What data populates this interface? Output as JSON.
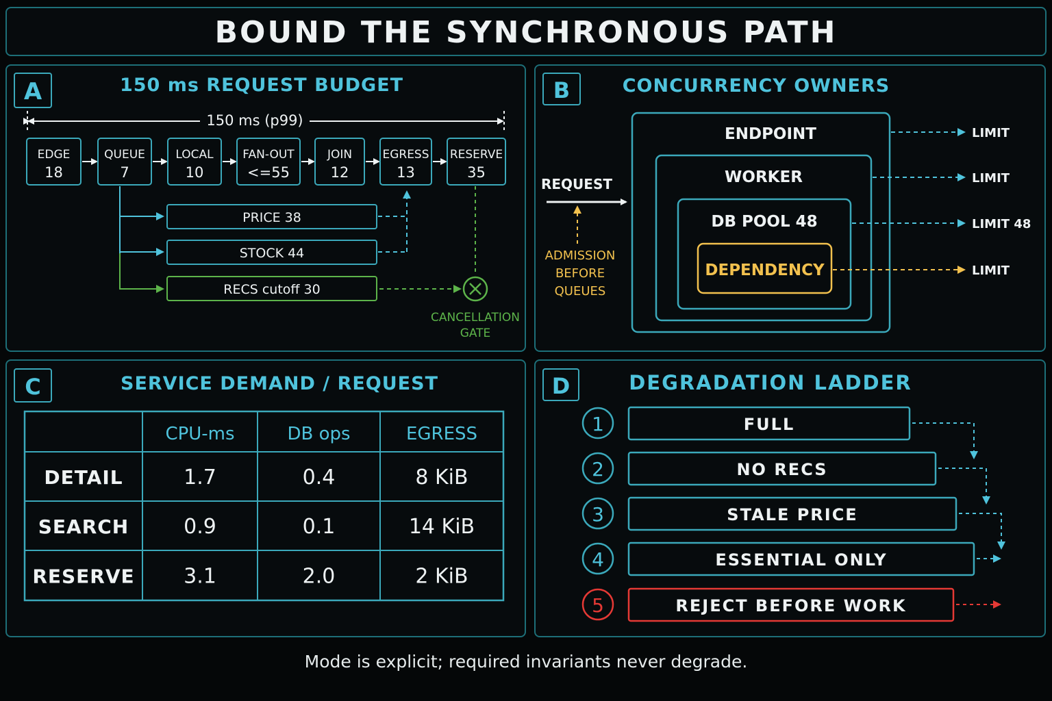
{
  "title": "BOUND THE SYNCHRONOUS PATH",
  "footer": "Mode is explicit; required invariants never degrade.",
  "colors": {
    "panel_border": "#1d6f78",
    "box_border": "#3ba9bb",
    "cyan_text": "#4fc3dc",
    "green": "#5db44a",
    "amber": "#f2c14e",
    "red": "#e53935",
    "white": "#eef2f3"
  },
  "panel_a": {
    "letter": "A",
    "heading": "150 ms REQUEST BUDGET",
    "span_label": "150 ms (p99)",
    "stages": [
      {
        "name": "EDGE",
        "value": "18"
      },
      {
        "name": "QUEUE",
        "value": "7"
      },
      {
        "name": "LOCAL",
        "value": "10"
      },
      {
        "name": "FAN-OUT",
        "value": "<=55"
      },
      {
        "name": "JOIN",
        "value": "12"
      },
      {
        "name": "EGRESS",
        "value": "13"
      },
      {
        "name": "RESERVE",
        "value": "35"
      }
    ],
    "branches": [
      {
        "label": "PRICE  38"
      },
      {
        "label": "STOCK  44"
      },
      {
        "label": "RECS cutoff 30"
      }
    ],
    "gate_label_line1": "CANCELLATION",
    "gate_label_line2": "GATE"
  },
  "panel_b": {
    "letter": "B",
    "heading": "CONCURRENCY OWNERS",
    "request_label": "REQUEST",
    "admission_line1": "ADMISSION",
    "admission_line2": "BEFORE",
    "admission_line3": "QUEUES",
    "layers": [
      {
        "name": "ENDPOINT",
        "limit": "LIMIT"
      },
      {
        "name": "WORKER",
        "limit": "LIMIT"
      },
      {
        "name": "DB POOL 48",
        "limit": "LIMIT 48"
      },
      {
        "name": "DEPENDENCY",
        "limit": "LIMIT"
      }
    ]
  },
  "panel_c": {
    "letter": "C",
    "heading": "SERVICE DEMAND / REQUEST",
    "columns": [
      "",
      "CPU-ms",
      "DB ops",
      "EGRESS"
    ],
    "rows": [
      [
        "DETAIL",
        "1.7",
        "0.4",
        "8 KiB"
      ],
      [
        "SEARCH",
        "0.9",
        "0.1",
        "14 KiB"
      ],
      [
        "RESERVE",
        "3.1",
        "2.0",
        "2 KiB"
      ]
    ]
  },
  "panel_d": {
    "letter": "D",
    "heading": "DEGRADATION LADDER",
    "steps": [
      {
        "number": "1",
        "label": "FULL"
      },
      {
        "number": "2",
        "label": "NO RECS"
      },
      {
        "number": "3",
        "label": "STALE PRICE"
      },
      {
        "number": "4",
        "label": "ESSENTIAL ONLY"
      },
      {
        "number": "5",
        "label": "REJECT BEFORE WORK"
      }
    ]
  }
}
